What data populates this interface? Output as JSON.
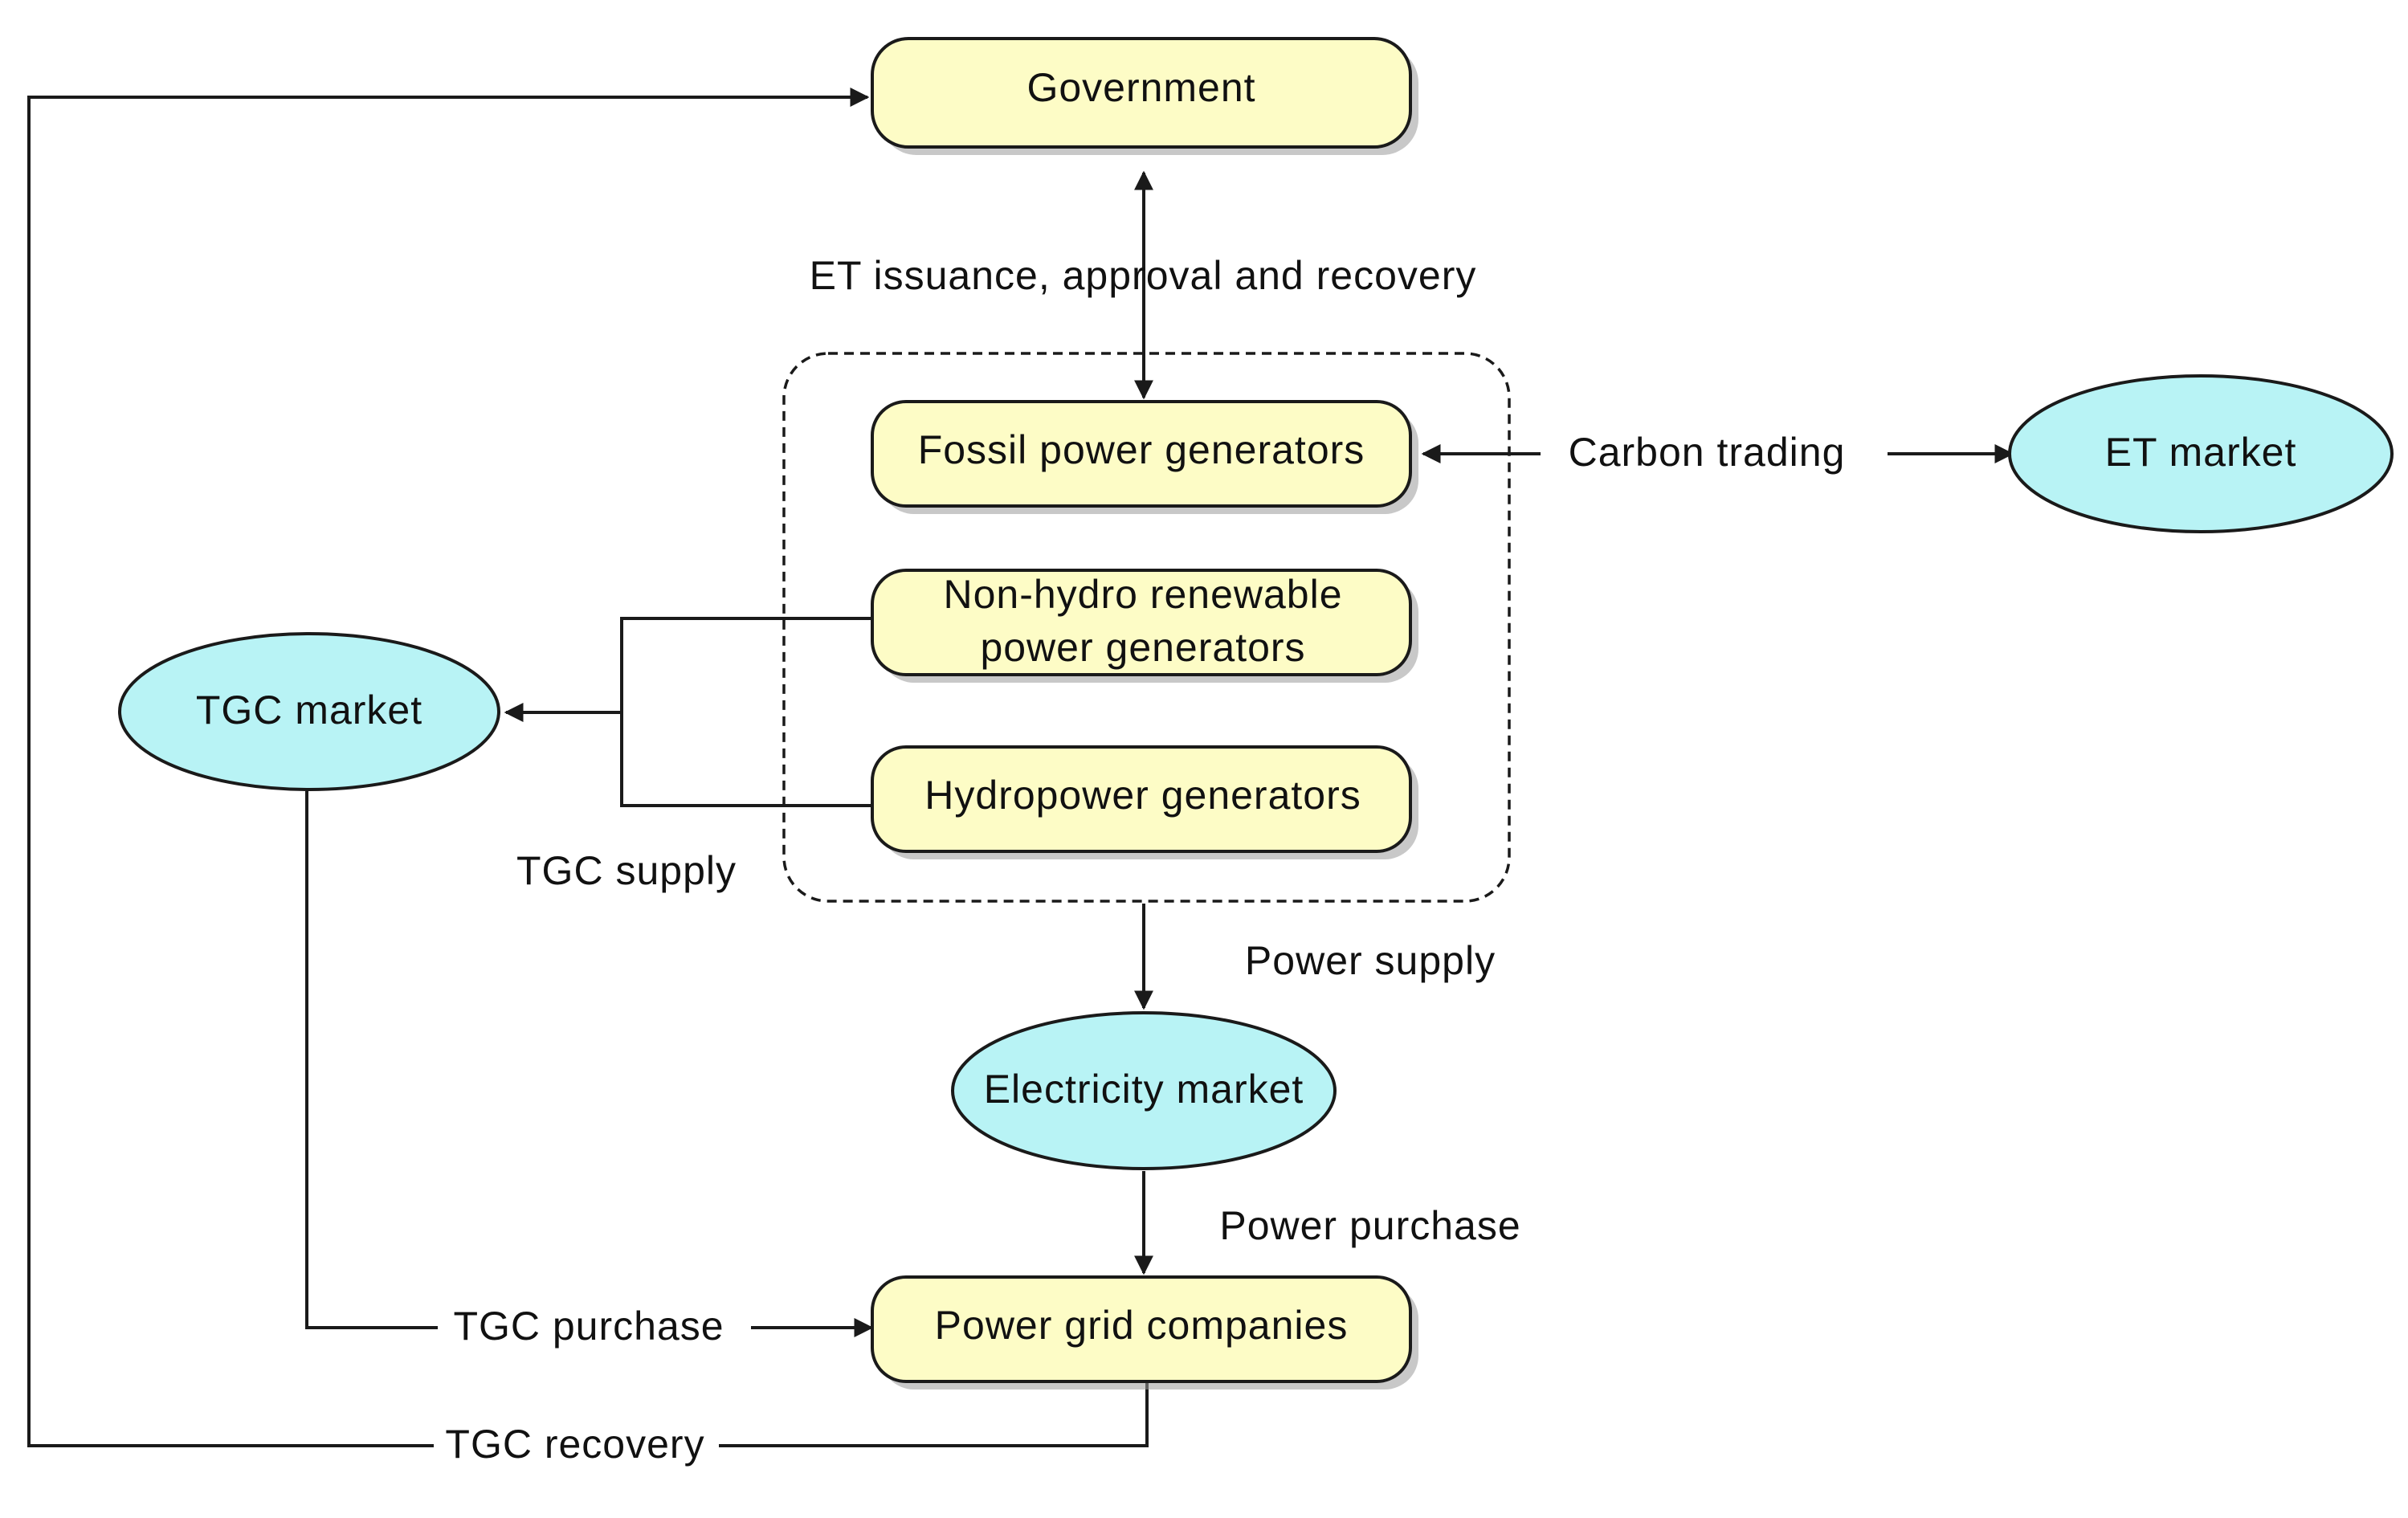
{
  "colors": {
    "node_fill": "#fdfcc6",
    "market_fill": "#b8f3f5",
    "line": "#1a1a1a",
    "background": "#ffffff"
  },
  "nodes": {
    "government": "Government",
    "fossil": "Fossil power generators",
    "nonhydro_line1": "Non-hydro renewable",
    "nonhydro_line2": "power generators",
    "hydro": "Hydropower generators",
    "grid": "Power grid companies",
    "tgc_market": "TGC market",
    "et_market": "ET market",
    "electricity_market": "Electricity market"
  },
  "edges": {
    "et_issuance": "ET issuance, approval and recovery",
    "carbon_trading": "Carbon trading",
    "tgc_supply": "TGC supply",
    "power_supply": "Power supply",
    "power_purchase": "Power purchase",
    "tgc_purchase": "TGC purchase",
    "tgc_recovery": "TGC recovery"
  }
}
